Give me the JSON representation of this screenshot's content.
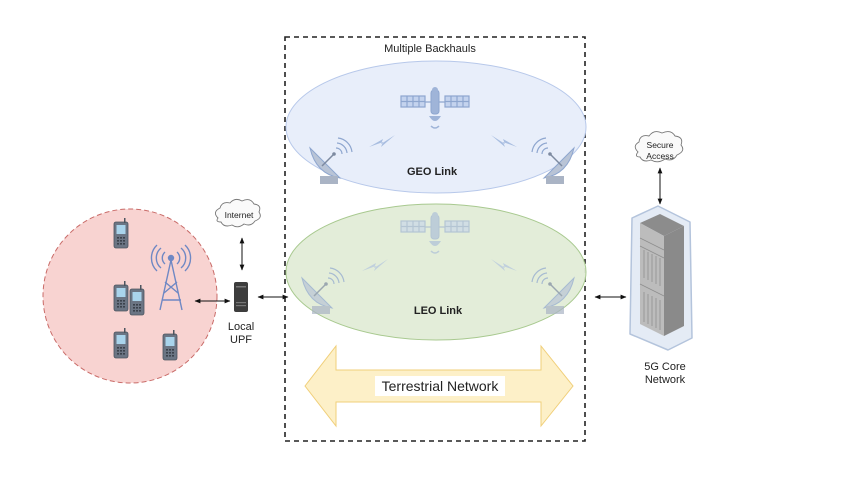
{
  "diagram": {
    "backhaul_box_title": "Multiple Backhauls",
    "geo_link_label": "GEO Link",
    "leo_link_label": "LEO Link",
    "terrestrial_label": "Terrestrial Network",
    "internet_label": "Internet",
    "secure_access_line1": "Secure",
    "secure_access_line2": "Access",
    "local_upf_line1": "Local",
    "local_upf_line2": "UPF",
    "core_line1": "5G Core",
    "core_line2": "Network",
    "colors": {
      "geo_fill": "#e8eefa",
      "geo_stroke": "#b7c8ea",
      "leo_fill": "#e1ecd7",
      "leo_stroke": "#a8c98f",
      "terrestrial_fill": "#fdf0c8",
      "terrestrial_stroke": "#f0cf7a",
      "cell_fill": "#f8d3d1",
      "cell_stroke": "#c96b68",
      "icon_blue": "#8ea6cf"
    }
  }
}
